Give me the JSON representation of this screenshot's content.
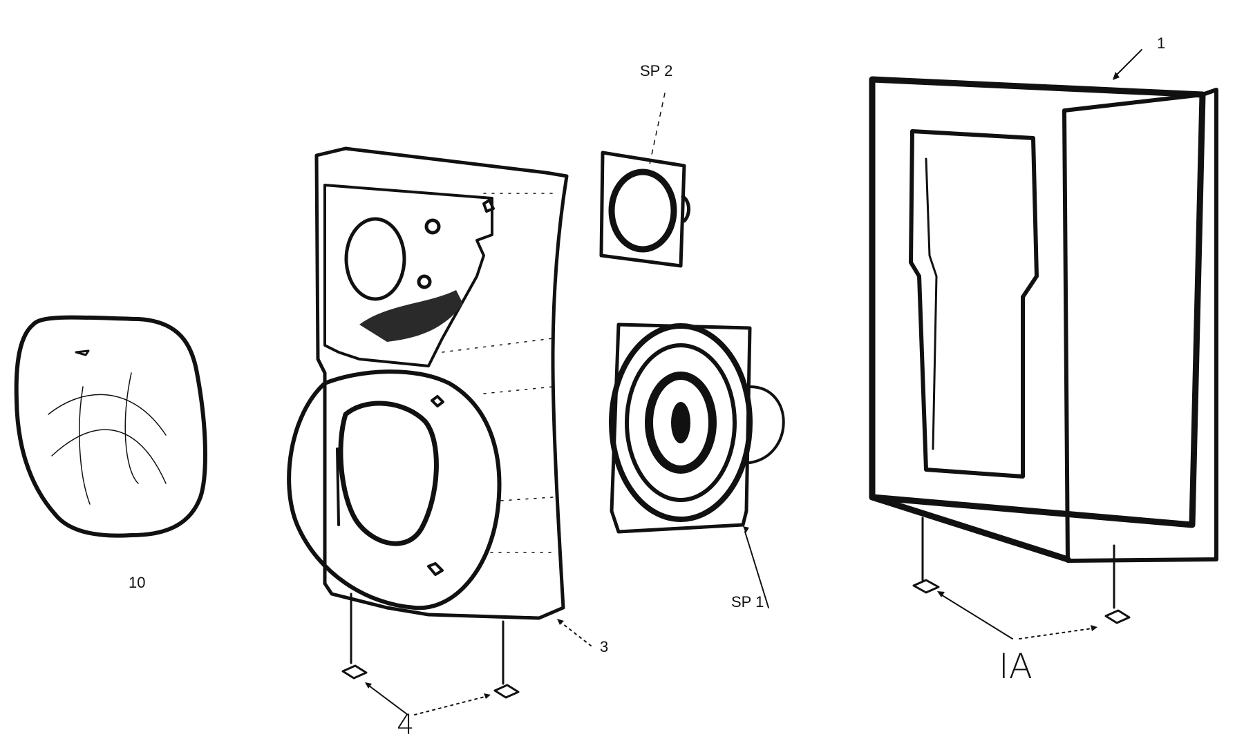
{
  "labels": {
    "cabinet": "1",
    "cabinet_feet": "IA",
    "front_baffle": "3",
    "grille": "10",
    "baffle_feet": "4",
    "tweeter": "SP 2",
    "woofer": "SP 1"
  },
  "colors": {
    "ink": "#111111",
    "paper": "#ffffff",
    "shade": "#2a2a2a"
  }
}
